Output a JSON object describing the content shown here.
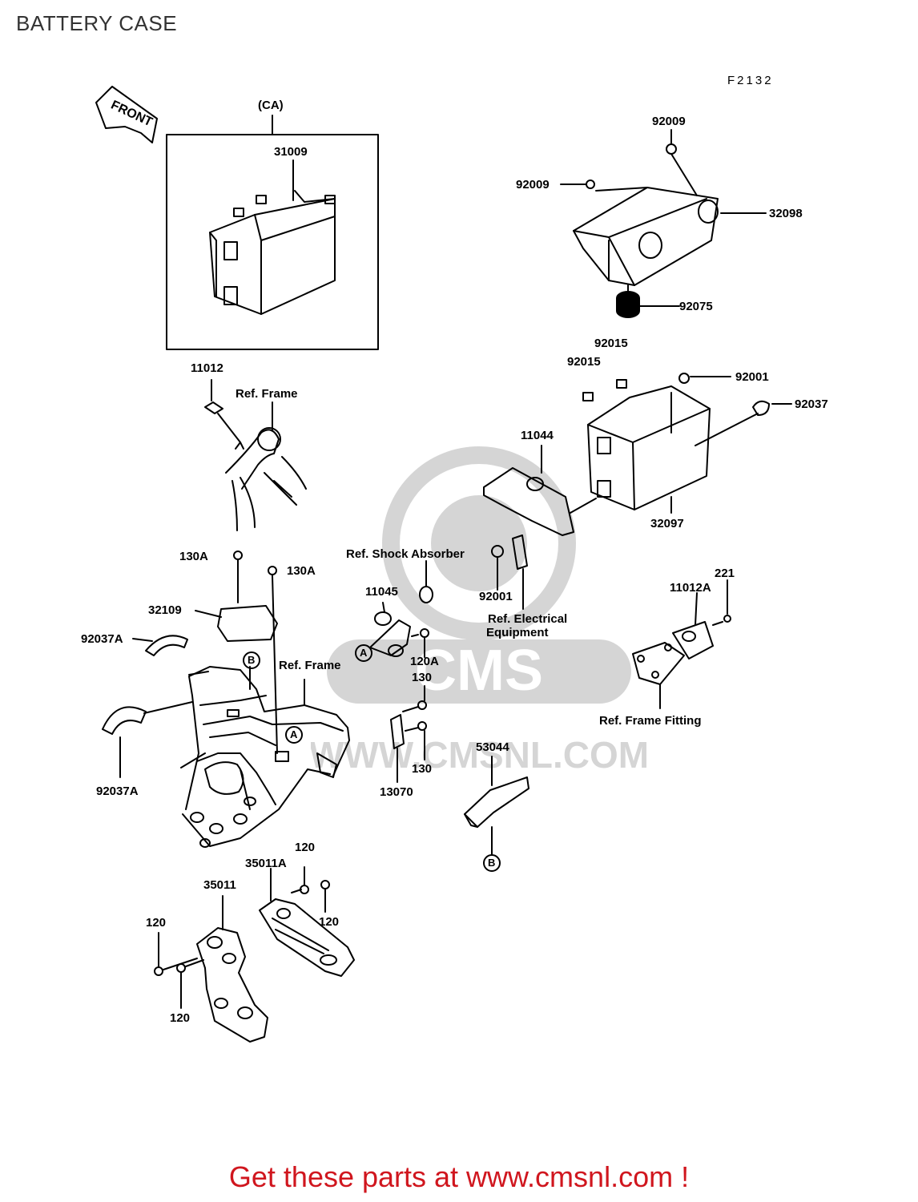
{
  "page": {
    "title": "BATTERY CASE",
    "diagram_code": "F2132",
    "footer_cta": "Get these parts at www.cmsnl.com !"
  },
  "watermark": {
    "brand": "CMS",
    "site": "WWW.CMSNL.COM"
  },
  "direction": "FRONT",
  "inset_label": "(CA)",
  "parts": {
    "p31009": "31009",
    "p92009a": "92009",
    "p92009b": "92009",
    "p32098": "32098",
    "p92075": "92075",
    "p92015a": "92015",
    "p92015b": "92015",
    "p92001a": "92001",
    "p92037": "92037",
    "p11044": "11044",
    "p32097": "32097",
    "p11012": "11012",
    "p130Aa": "130A",
    "p130Ab": "130A",
    "p32109": "32109",
    "p92037Aa": "92037A",
    "p92037Ab": "92037A",
    "p11045": "11045",
    "p120A": "120A",
    "p130a": "130",
    "p130b": "130",
    "p13070": "13070",
    "p92001b": "92001",
    "p221": "221",
    "p11012A": "11012A",
    "p53044": "53044",
    "p35011A": "35011A",
    "p35011": "35011",
    "p120a": "120",
    "p120b": "120",
    "p120c": "120",
    "p120d": "120"
  },
  "refs": {
    "frame_top": "Ref. Frame",
    "shock_absorber": "Ref. Shock Absorber",
    "electrical_1": "Ref. Electrical",
    "electrical_2": "Equipment",
    "frame_mid": "Ref. Frame",
    "frame_fitting": "Ref. Frame Fitting"
  },
  "markers": {
    "a1": "A",
    "a2": "A",
    "b1": "B",
    "b2": "B"
  },
  "colors": {
    "cta": "#d0161e",
    "ink": "#000000"
  }
}
